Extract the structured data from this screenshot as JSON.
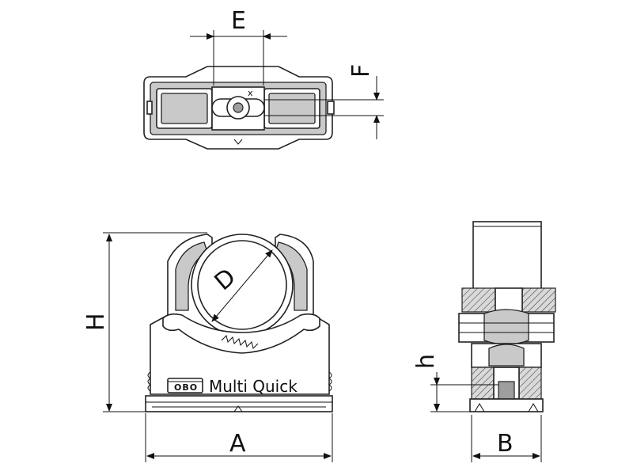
{
  "diagram": {
    "labels": {
      "E": "E",
      "F": "F",
      "D": "D",
      "H": "H",
      "A": "A",
      "h": "h",
      "B": "B"
    },
    "brand_text": "Multi Quick",
    "logo_text": "OBO",
    "top_mark": "x"
  }
}
